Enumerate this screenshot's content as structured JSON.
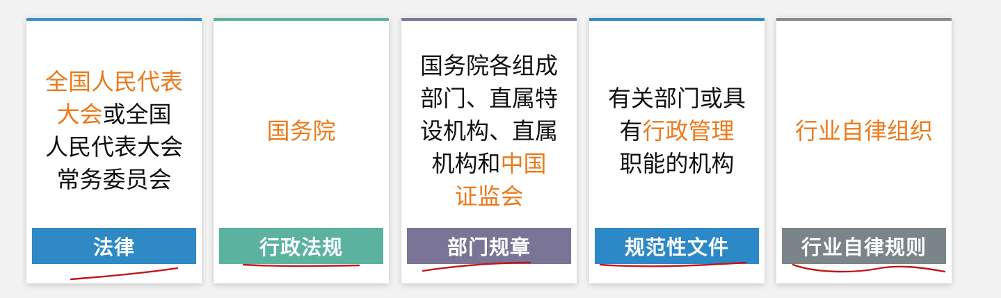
{
  "cards": [
    {
      "name": "law",
      "lines": [
        [
          {
            "t": "全国人民代表",
            "hl": true
          }
        ],
        [
          {
            "t": "大会",
            "hl": true
          },
          {
            "t": "或全国",
            "hl": false
          }
        ],
        [
          {
            "t": "人民代表大会",
            "hl": false
          }
        ],
        [
          {
            "t": "常务委员会",
            "hl": false
          }
        ]
      ],
      "label": "法律",
      "top_color": "#3a8fcc",
      "label_color": "#2e89c4"
    },
    {
      "name": "administrative-regulation",
      "lines": [
        [
          {
            "t": "国务院",
            "hl": true
          }
        ]
      ],
      "label": "行政法规",
      "top_color": "#5fb1a0",
      "label_color": "#5bb39f"
    },
    {
      "name": "departmental-rule",
      "lines": [
        [
          {
            "t": "国务院各组成",
            "hl": false
          }
        ],
        [
          {
            "t": "部门、直属特",
            "hl": false
          }
        ],
        [
          {
            "t": "设机构、直属",
            "hl": false
          }
        ],
        [
          {
            "t": "机构和",
            "hl": false
          },
          {
            "t": "中国",
            "hl": true
          }
        ],
        [
          {
            "t": "证监会",
            "hl": true
          }
        ]
      ],
      "label": "部门规章",
      "top_color": "#7d769c",
      "label_color": "#7a7496"
    },
    {
      "name": "normative-document",
      "lines": [
        [
          {
            "t": "有关部门或具",
            "hl": false
          }
        ],
        [
          {
            "t": "有",
            "hl": false
          },
          {
            "t": "行政管理",
            "hl": true
          }
        ],
        [
          {
            "t": "职能的机构",
            "hl": false
          }
        ]
      ],
      "label": "规范性文件",
      "top_color": "#2f8bc9",
      "label_color": "#2c88c7"
    },
    {
      "name": "industry-self-discipline-rule",
      "lines": [
        [
          {
            "t": "行业自律组织",
            "hl": true
          }
        ]
      ],
      "label": "行业自律规则",
      "top_color": "#8a8a8a",
      "label_color": "#7a8489"
    }
  ],
  "colors": {
    "highlight": "#ec7a1c",
    "body_text": "#111111",
    "annotation": "#c0171b"
  }
}
